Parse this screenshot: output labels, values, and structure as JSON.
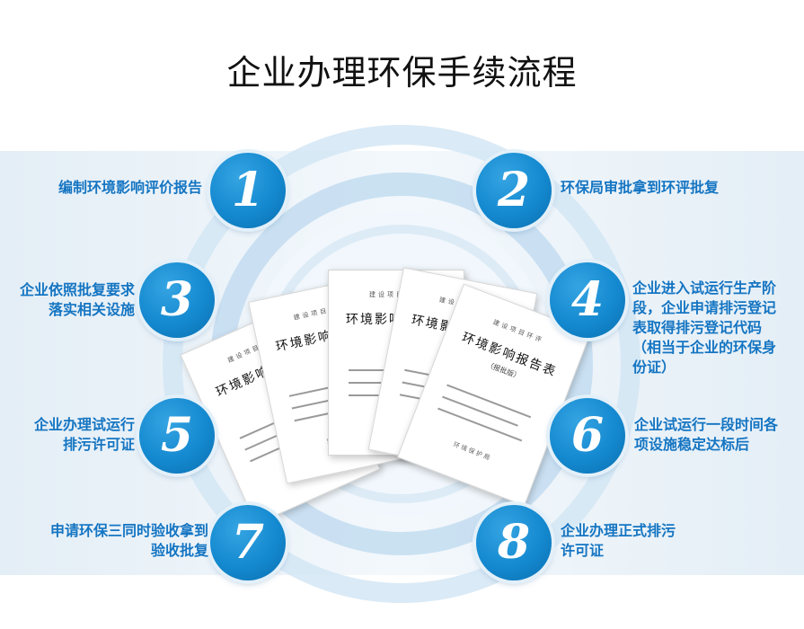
{
  "title": "企业办理环保手续流程",
  "steps": [
    {
      "num": "1",
      "text": "编制环境影响评价报告"
    },
    {
      "num": "2",
      "text": "环保局审批拿到环评批复"
    },
    {
      "num": "3",
      "lines": [
        "企业依照批复要求",
        "落实相关设施"
      ]
    },
    {
      "num": "4",
      "lines": [
        "企业进入试运行生产阶",
        "段，企业申请排污登记",
        "表取得排污登记代码",
        "（相当于企业的环保身",
        "份证）"
      ]
    },
    {
      "num": "5",
      "lines": [
        "企业办理试运行",
        "排污许可证"
      ]
    },
    {
      "num": "6",
      "lines": [
        "企业试运行一段时间各",
        "项设施稳定达标后"
      ]
    },
    {
      "num": "7",
      "lines": [
        "申请环保三同时验收拿到",
        "验收批复"
      ]
    },
    {
      "num": "8",
      "lines": [
        "企业办理正式排污",
        "许可证"
      ]
    }
  ],
  "documents": {
    "header": "建设项目环评",
    "title": "环境影响报告表",
    "subtitle": "（报批版）",
    "footer": "环境保护局"
  },
  "colors": {
    "accent": "#1489d0",
    "label": "#1575c2",
    "title": "#111111",
    "band": "#e4eef6"
  }
}
